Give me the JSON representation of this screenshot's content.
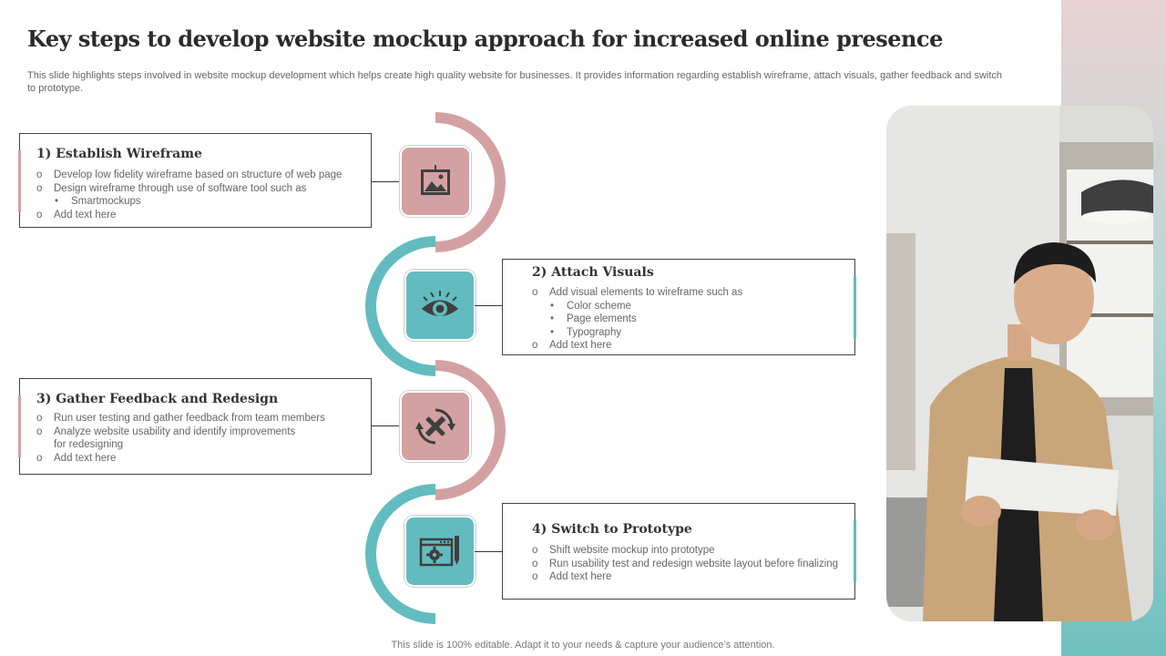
{
  "title": "Key steps to develop website mockup approach for increased online presence",
  "subtitle": "This slide highlights steps involved in website mockup development which helps create high quality website for businesses. It provides information regarding establish wireframe, attach visuals, gather feedback and switch to prototype.",
  "colors": {
    "pink": "#d4a1a3",
    "teal": "#62bcbf",
    "dark": "#3f3f3f"
  },
  "bullet_marker": "o",
  "sub_marker": "•",
  "steps": [
    {
      "title": "1) Establish Wireframe",
      "icon": "picture-frame-icon",
      "items": [
        "Develop low fidelity wireframe based on structure of web page",
        "Design wireframe through use of software tool such as",
        "Smartmockups",
        "Add text here"
      ]
    },
    {
      "title": "2) Attach Visuals",
      "icon": "eye-icon",
      "items": [
        "Add visual elements to wireframe such as",
        "Color scheme",
        "Page elements",
        "Typography",
        "Add text here"
      ]
    },
    {
      "title": "3) Gather Feedback and Redesign",
      "icon": "design-tools-icon",
      "items": [
        "Run user testing and gather feedback from team members",
        "Analyze  website usability and identify improvements",
        "for redesigning",
        "Add text here"
      ]
    },
    {
      "title": "4) Switch to Prototype",
      "icon": "web-development-icon",
      "items": [
        "Shift website mockup into prototype",
        "Run usability test and redesign website layout before finalizing",
        "Add text here"
      ]
    }
  ],
  "footer": "This slide is 100% editable. Adapt it to your needs & capture your audience’s attention."
}
